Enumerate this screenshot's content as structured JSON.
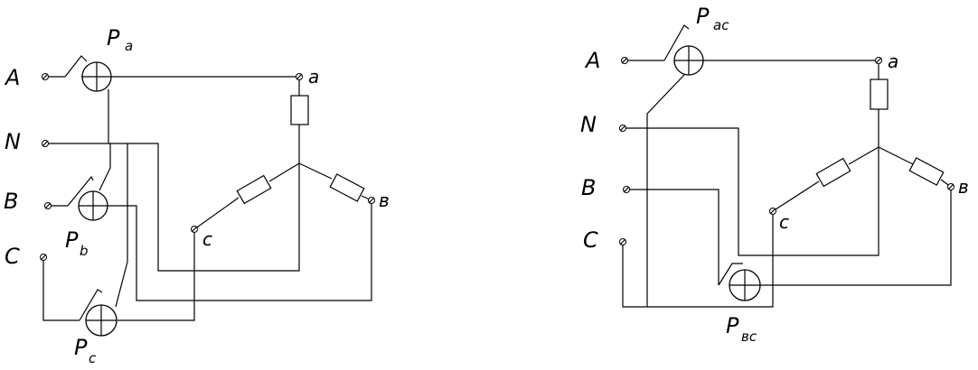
{
  "left_circuit": {
    "terminals": {
      "A": "A",
      "N": "N",
      "B": "B",
      "C": "C"
    },
    "load_nodes": {
      "a": "a",
      "b": "в",
      "c": "c"
    },
    "meters": {
      "pa": {
        "letter": "P",
        "sub": "a"
      },
      "pb": {
        "letter": "P",
        "sub": "b"
      },
      "pc": {
        "letter": "P",
        "sub": "c"
      }
    }
  },
  "right_circuit": {
    "terminals": {
      "A": "A",
      "N": "N",
      "B": "B",
      "C": "C"
    },
    "load_nodes": {
      "a": "a",
      "b": "в",
      "c": "c"
    },
    "meters": {
      "pac": {
        "letter": "P",
        "sub": "ac"
      },
      "pbc": {
        "letter": "P",
        "sub": "вc"
      }
    }
  }
}
